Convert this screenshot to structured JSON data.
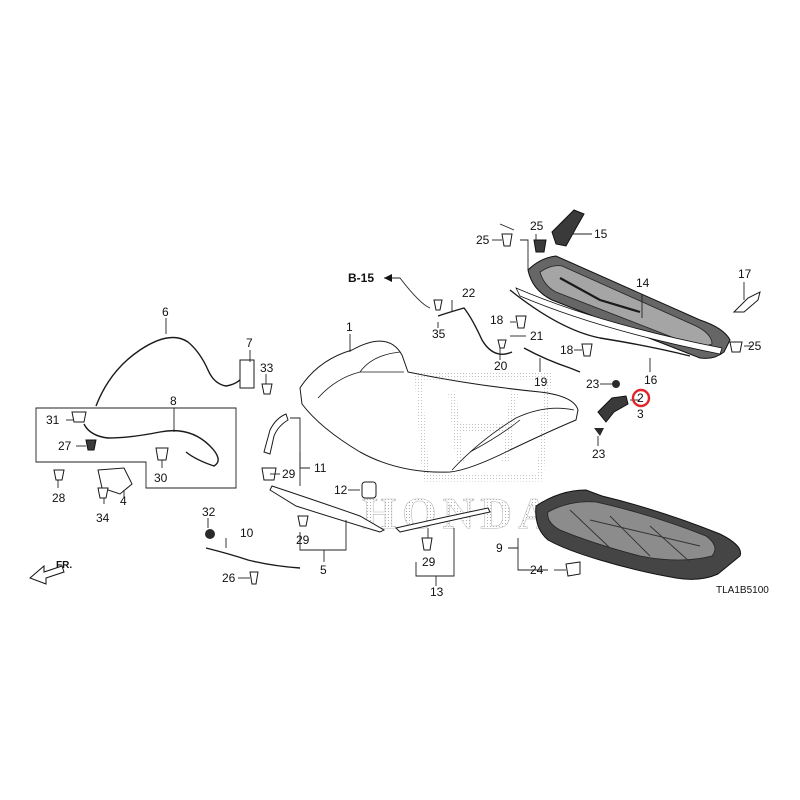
{
  "diagram": {
    "reference_label": "B-15",
    "direction_label": "FR.",
    "diagram_code": "TLA1B5100",
    "watermark_text": "HONDA",
    "highlight_color": "#e0262c",
    "callouts": {
      "c1": "1",
      "c2": "2",
      "c3": "3",
      "c4": "4",
      "c5": "5",
      "c6": "6",
      "c7": "7",
      "c8": "8",
      "c9": "9",
      "c10": "10",
      "c11": "11",
      "c12": "12",
      "c13": "13",
      "c14": "14",
      "c15": "15",
      "c16": "16",
      "c17": "17",
      "c18a": "18",
      "c18b": "18",
      "c19": "19",
      "c20": "20",
      "c21": "21",
      "c22": "22",
      "c23a": "23",
      "c23b": "23",
      "c24": "24",
      "c25a": "25",
      "c25b": "25",
      "c25c": "25",
      "c26": "26",
      "c27": "27",
      "c28": "28",
      "c29a": "29",
      "c29b": "29",
      "c29c": "29",
      "c30": "30",
      "c31": "31",
      "c32": "32",
      "c33": "33",
      "c34": "34",
      "c35": "35"
    }
  }
}
